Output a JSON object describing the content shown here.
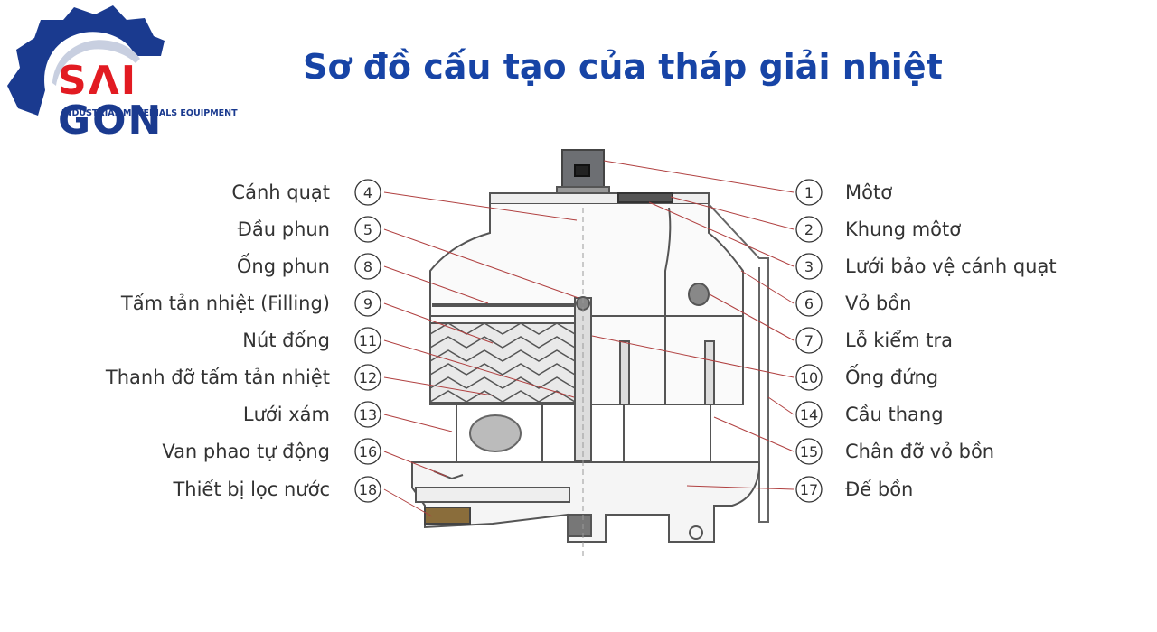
{
  "brand": {
    "name_red": "SΛI",
    "name_blue": "GON",
    "tagline": "INDUSTRIAL MATERIALS EQUIPMENT",
    "colors": {
      "red": "#e21b22",
      "blue": "#1a3a8f"
    }
  },
  "title": "Sơ đồ cấu tạo của tháp giải nhiệt",
  "left_labels": [
    {
      "num": "4",
      "text": "Cánh quạt"
    },
    {
      "num": "5",
      "text": "Đầu phun"
    },
    {
      "num": "8",
      "text": "Ống phun"
    },
    {
      "num": "9",
      "text": "Tấm tản nhiệt (Filling)"
    },
    {
      "num": "11",
      "text": "Nút đống"
    },
    {
      "num": "12",
      "text": "Thanh đỡ tấm tản nhiệt"
    },
    {
      "num": "13",
      "text": "Lưới xám"
    },
    {
      "num": "16",
      "text": "Van phao tự động"
    },
    {
      "num": "18",
      "text": "Thiết bị lọc nước"
    }
  ],
  "right_labels": [
    {
      "num": "1",
      "text": "Môtơ"
    },
    {
      "num": "2",
      "text": "Khung môtơ"
    },
    {
      "num": "3",
      "text": "Lưới bảo vệ cánh quạt"
    },
    {
      "num": "6",
      "text": "Vỏ bồn"
    },
    {
      "num": "7",
      "text": "Lỗ kiểm tra"
    },
    {
      "num": "10",
      "text": "Ống đứng"
    },
    {
      "num": "14",
      "text": "Cầu thang"
    },
    {
      "num": "15",
      "text": "Chân đỡ vỏ bồn"
    },
    {
      "num": "17",
      "text": "Đế bồn"
    }
  ]
}
